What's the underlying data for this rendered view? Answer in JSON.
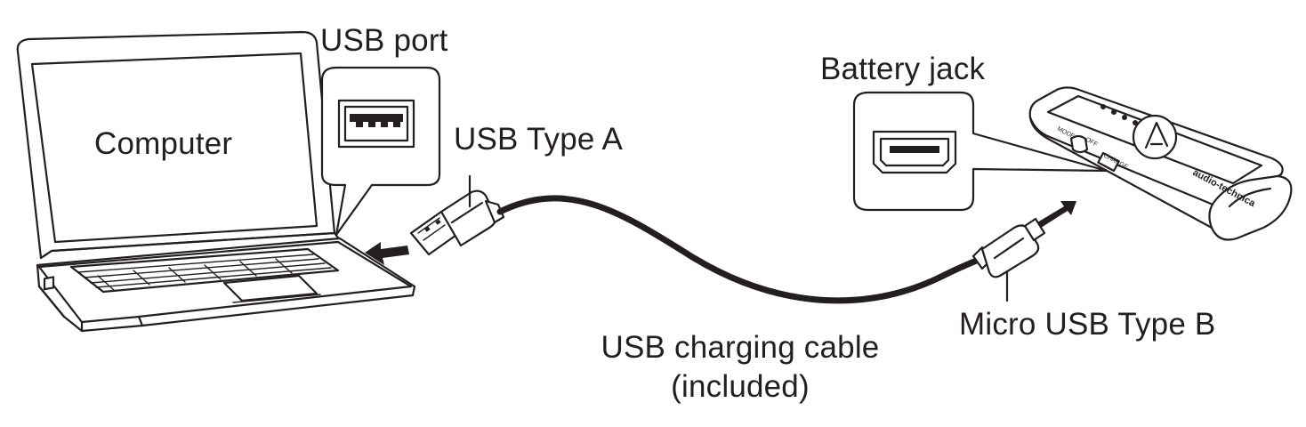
{
  "labels": {
    "computer": "Computer",
    "usb_port": "USB port",
    "usb_type_a": "USB Type A",
    "battery_jack": "Battery jack",
    "micro_usb_type_b": "Micro USB Type B",
    "cable_line1": "USB charging cable",
    "cable_line2": "(included)"
  },
  "device": {
    "brand": "audio-technica",
    "mode_label": "MODE",
    "off_label": "OFF",
    "charge_label": "CHARGE"
  },
  "colors": {
    "ink": "#231f20",
    "background": "#ffffff"
  }
}
